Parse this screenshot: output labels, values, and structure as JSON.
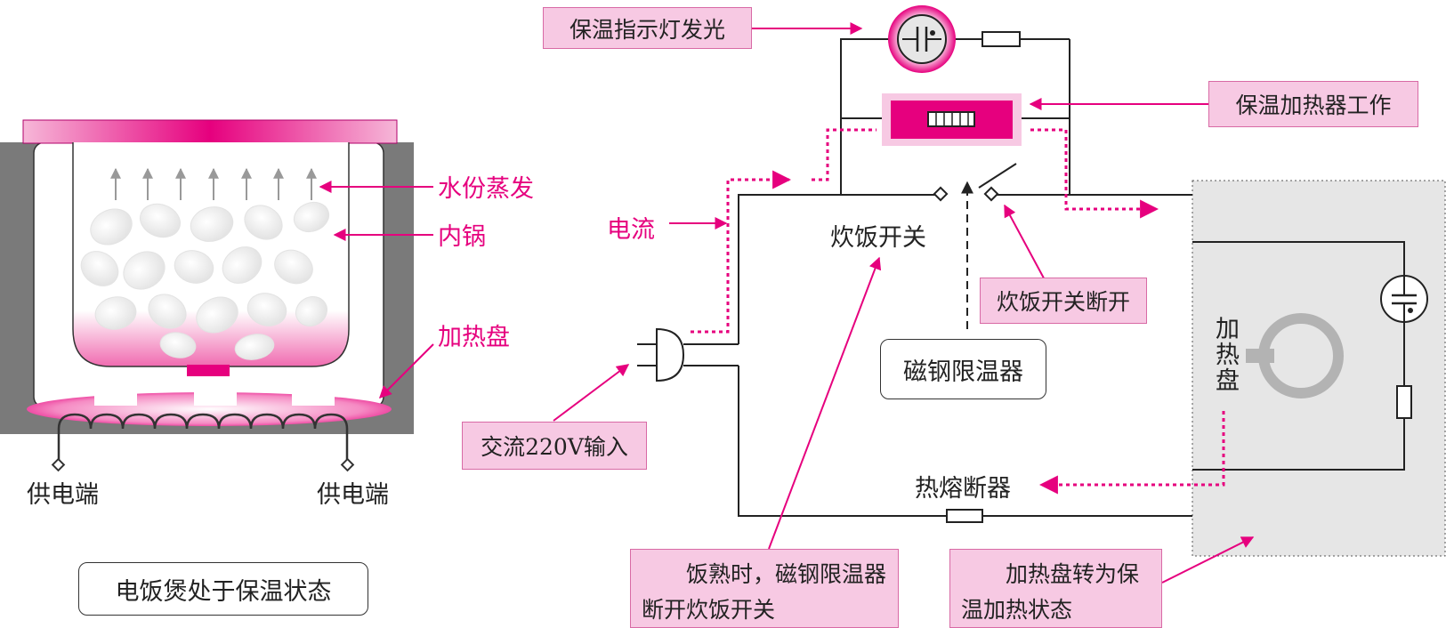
{
  "diagram": {
    "title_box": "电饭煲处于保温状态",
    "left": {
      "water_vapor": "水份蒸发",
      "inner_pot": "内锅",
      "heating_plate": "加热盘",
      "terminal_left": "供电端",
      "terminal_right": "供电端"
    },
    "circuit": {
      "indicator_light": "保温指示灯发光",
      "warming_heater": "保温加热器工作",
      "current": "电流",
      "cook_switch": "炊饭开关",
      "switch_open": "炊饭开关断开",
      "magnet_limiter": "磁钢限温器",
      "ac_input": "交流220V输入",
      "thermal_fuse": "热熔断器",
      "heating_plate_vertical": "加热盘",
      "note_cooked": "饭熟时，磁钢限温器断开炊饭开关",
      "note_plate": "加热盘转为保温加热状态"
    },
    "colors": {
      "accent": "#e6007e",
      "box_fill": "#f7c9e3",
      "gray_panel": "#e6e6e6",
      "housing": "#7a7a7a"
    }
  }
}
